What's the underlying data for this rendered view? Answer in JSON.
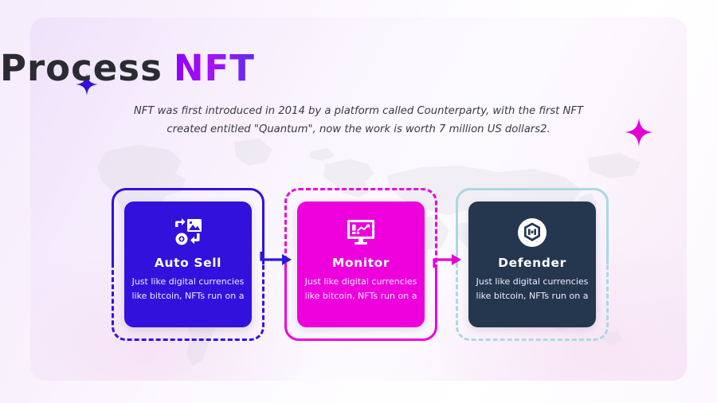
{
  "title": {
    "primary": "Process",
    "accent": "NFT"
  },
  "subtitle": {
    "line1": "NFT was first introduced in 2014 by a platform called Counterparty, with the first NFT",
    "line2": "created entitled \"Quantum\", now the work is worth 7 million US dollars2."
  },
  "decorations": {
    "sparkle_left": "sparkle-icon",
    "sparkle_right": "sparkle-icon",
    "background": "world-map-watermark"
  },
  "colors": {
    "card1_fill": "#3311dd",
    "card1_border": "#3311dd",
    "card2_fill": "#ee00dd",
    "card2_border": "#ee00dd",
    "card3_fill": "#24374f",
    "card3_border": "#a9d9e0",
    "title_dark": "#2b2b33",
    "title_accent": "#8c00ff",
    "arrow1": "#2a18e0",
    "arrow2": "#e300d4"
  },
  "cards": [
    {
      "id": "auto-sell",
      "title": "Auto Sell",
      "icon": "image-exchange-coin-icon",
      "desc_line1": "Just like digital currencies",
      "desc_line2": "like bitcoin, NFTs run on a",
      "fill": "#3311dd",
      "border": "#3311dd",
      "top_style": "solid",
      "bottom_style": "dashed"
    },
    {
      "id": "monitor",
      "title": "Monitor",
      "icon": "monitor-chart-icon",
      "desc_line1": "Just like digital currencies",
      "desc_line2": "like bitcoin, NFTs run on a",
      "fill": "#ee00dd",
      "border": "#ee00dd",
      "top_style": "dashed",
      "bottom_style": "solid"
    },
    {
      "id": "defender",
      "title": "Defender",
      "icon": "shield-hexagon-icon",
      "desc_line1": "Just like digital currencies",
      "desc_line2": "like bitcoin, NFTs run on a",
      "fill": "#24374f",
      "border": "#a9d9e0",
      "top_style": "solid",
      "bottom_style": "dashed"
    }
  ],
  "connectors": [
    {
      "id": "connector-auto-sell-to-monitor",
      "color": "#2a18e0",
      "direction": "right"
    },
    {
      "id": "connector-monitor-to-defender",
      "color": "#e300d4",
      "direction": "right"
    }
  ]
}
